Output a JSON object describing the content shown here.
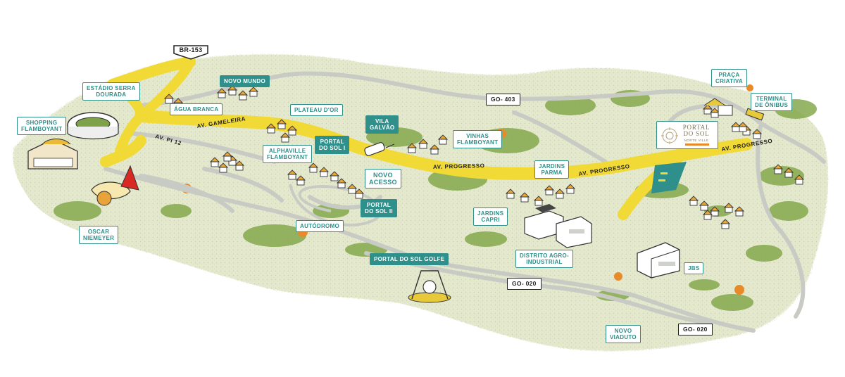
{
  "highways": {
    "br153": "BR-153",
    "go403": "GO- 403",
    "go020_a": "GO- 020",
    "go020_b": "GO- 020"
  },
  "roads": {
    "gameleira": "AV. GAMELEIRA",
    "pi12": "AV. PI 12",
    "progresso_1": "AV. PROGRESSO",
    "progresso_2": "AV. PROGRESSO",
    "progresso_3": "AV. PROGRESSO"
  },
  "labels": {
    "novo_mundo": "NOVO MUNDO",
    "agua_branca": "ÁGUA BRANCA",
    "estadio": "ESTÁDIO SERRA\nDOURADA",
    "shopping": "SHOPPING\nFLAMBOYANT",
    "plateau": "PLATEAU D'OR",
    "alphaville": "ALPHAVILLE\nFLAMBOYANT",
    "portal_sol_1": "PORTAL\nDO SOL I",
    "vila_galvao": "VILA\nGALVÃO",
    "vinhas": "VINHAS\nFLAMBOYANT",
    "novo_acesso": "NOVO\nACESSO",
    "portal_sol_2": "PORTAL\nDO SOL II",
    "jardins_parma": "JARDINS\nPARMA",
    "jardins_capri": "JARDINS\nCAPRI",
    "autodromo": "AUTÓDROMO",
    "oscar": "OSCAR\nNIEMEYER",
    "portal_golfe": "PORTAL DO SOL GOLFE",
    "distrito": "DISTRITO AGRO-\nINDUSTRIAL",
    "jbs": "JBS",
    "novo_viaduto": "NOVO\nVIADUTO",
    "praca": "PRAÇA\nCRIATIVA",
    "terminal": "TERMINAL\nDE ÔNIBUS"
  },
  "brand": {
    "name": "PORTAL\nDO SOL",
    "tagline": "NORTE VILLE"
  },
  "colors": {
    "yellow_road": "#f3dc38",
    "grey_road": "#c9cbc4",
    "teal": "#2f8f8a",
    "green": "#7fa44a",
    "ground": "#dfe3c6",
    "orange": "#e98a2a"
  },
  "icons": {
    "cluster": "house-icon",
    "tree": "tree-icon",
    "car": "car-icon",
    "stadium": "stadium-icon",
    "monument": "golf-monument-icon",
    "building": "building-icon"
  }
}
